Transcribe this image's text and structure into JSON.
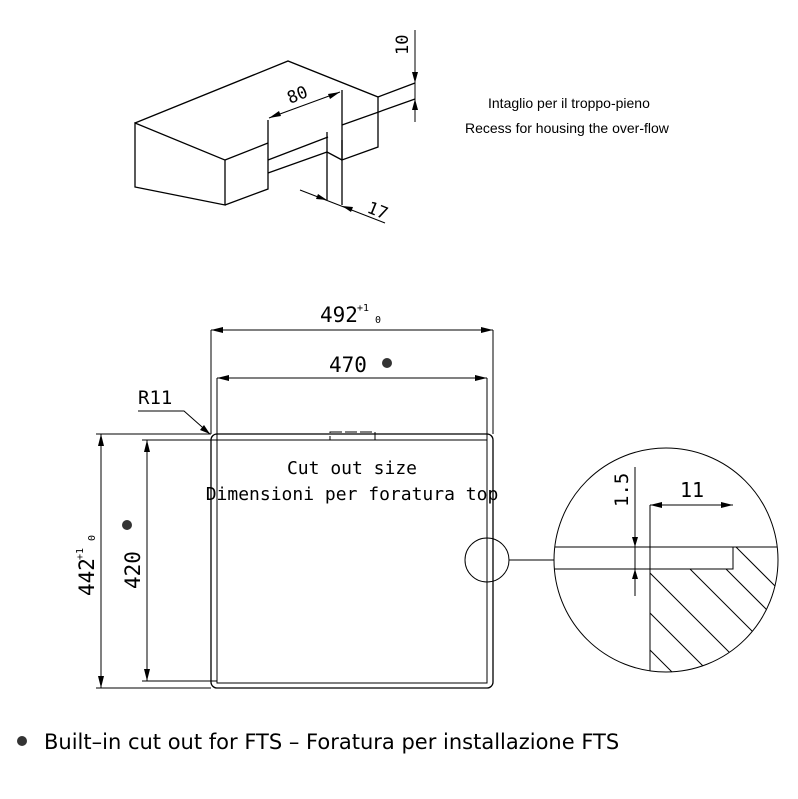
{
  "recess_note": {
    "italian": "Intaglio per il troppo-pieno",
    "english": "Recess for housing the over-flow"
  },
  "iso_dims": {
    "depth": "10",
    "width": "80",
    "offset": "17"
  },
  "plan": {
    "outer_width": "492",
    "outer_height": "442",
    "tolerance_plus": "+1",
    "tolerance_minus": "0",
    "inner_width": "470",
    "inner_height": "420",
    "radius": "R11",
    "label_1": "Cut out size",
    "label_2": "Dimensioni per foratura top"
  },
  "detail": {
    "thickness": "1.5",
    "lip": "11"
  },
  "legend": {
    "text": "Built–in cut out for FTS – Foratura per installazione FTS"
  }
}
